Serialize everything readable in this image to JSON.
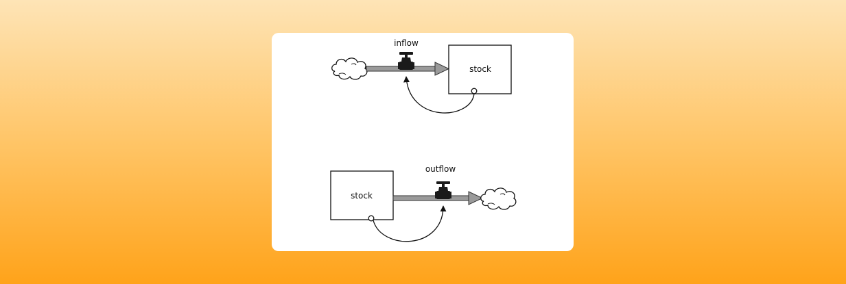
{
  "inflow_diagram": {
    "flow_label": "inflow",
    "stock_label": "stock"
  },
  "outflow_diagram": {
    "flow_label": "outflow",
    "stock_label": "stock"
  },
  "colors": {
    "pipe_fill": "#9a9a9a",
    "valve": "#1a1a1a",
    "outline": "#111111",
    "card": "#ffffff"
  }
}
